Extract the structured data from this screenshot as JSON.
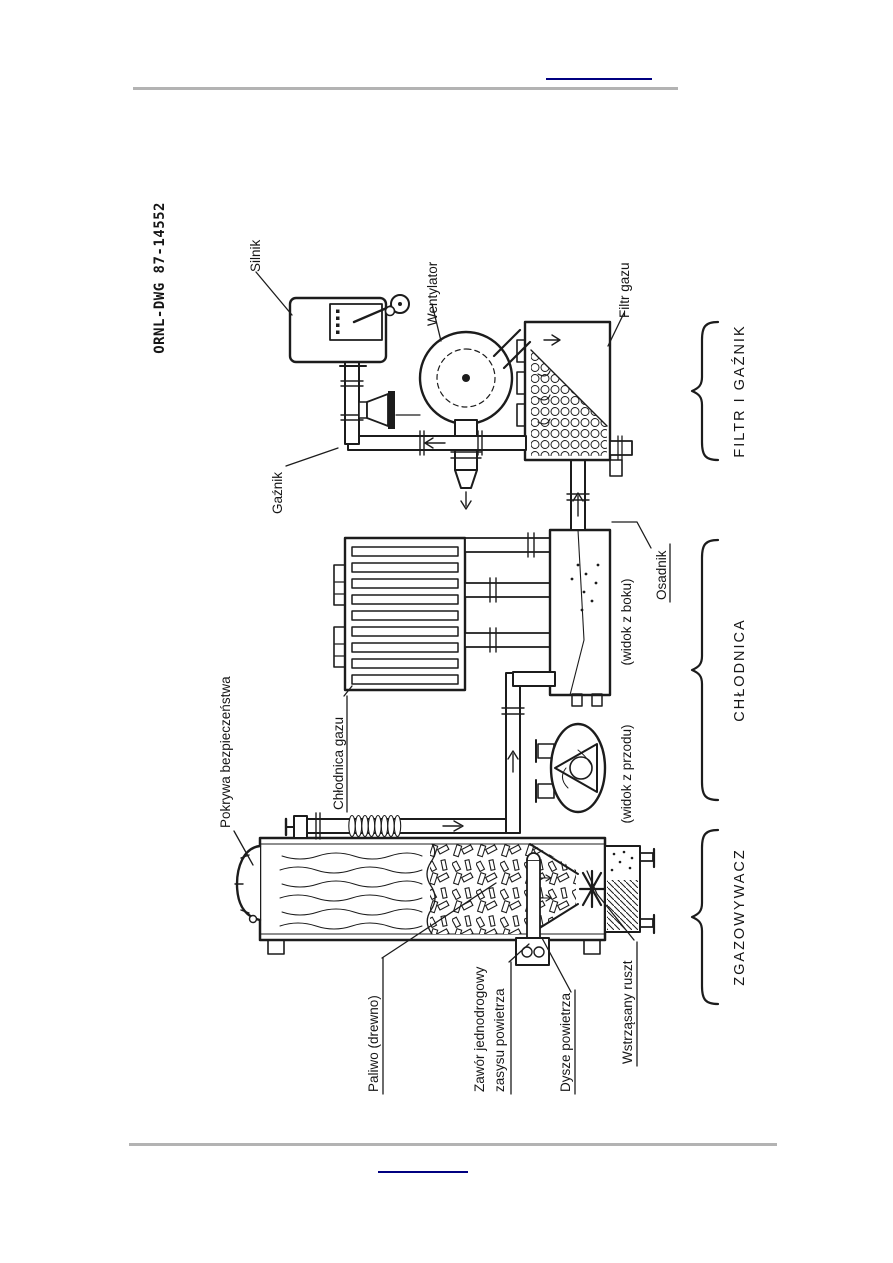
{
  "page": {
    "background": "#ffffff",
    "rule_color": "#b3b3b3",
    "link_color": "#000080",
    "ink_color": "#1c1c1c"
  },
  "figure": {
    "drawing_number": "ORNL-DWG 87-14552",
    "labels": {
      "silnik": "Silnik",
      "wentylator": "Wentylator",
      "filtr_gazu": "Filtr gazu",
      "gaznik": "Gaźnik",
      "pokrywa": "Pokrywa bezpieczeństwa",
      "chlodnica_gazu": "Chłodnica gazu",
      "osadnik": "Osadnik",
      "widok_z_boku": "(widok z boku)",
      "widok_z_przodu": "(widok z przodu)",
      "paliwo": "Paliwo (drewno)",
      "zawor_line1": "Zawór jednodrogowy",
      "zawor_line2": "zasysu powietrza",
      "dysze": "Dysze powietrza",
      "wstrzasany": "Wstrząsany ruszt"
    },
    "sections": [
      {
        "label": "ZGAZOWYWACZ"
      },
      {
        "label": "CHŁODNICA"
      },
      {
        "label": "FILTR I GAŹNIK"
      }
    ]
  }
}
